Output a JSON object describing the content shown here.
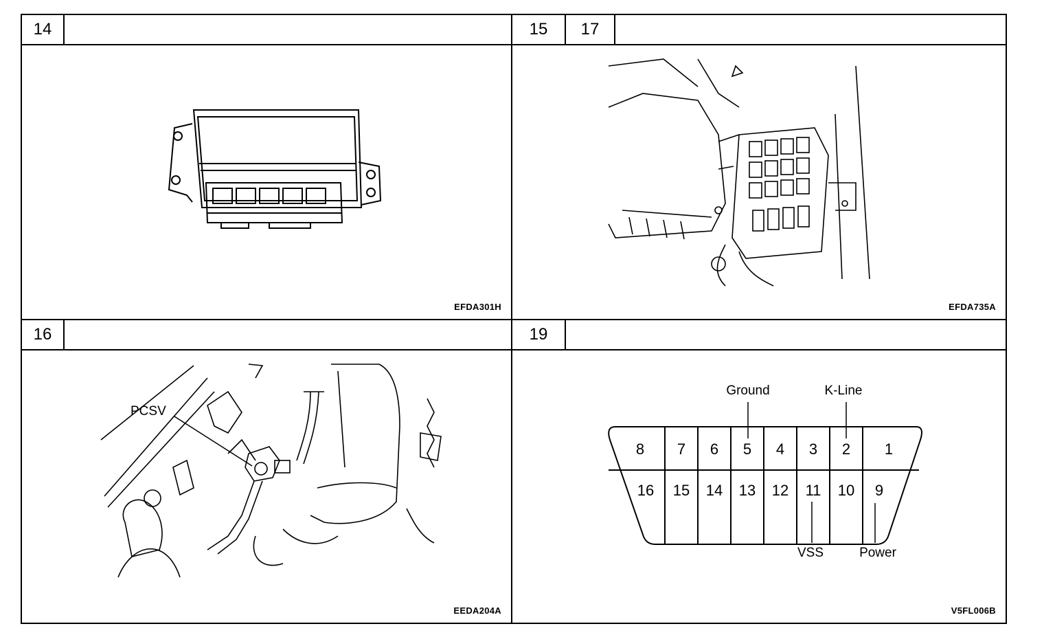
{
  "panels": [
    {
      "numbers": [
        "14"
      ],
      "code": "EFDA301H"
    },
    {
      "numbers": [
        "15",
        "17"
      ],
      "code": "EFDA735A"
    },
    {
      "numbers": [
        "16"
      ],
      "code": "EEDA204A",
      "callout": "PCSV"
    },
    {
      "numbers": [
        "19"
      ],
      "code": "V5FL006B"
    }
  ],
  "connector": {
    "top_pins": [
      "8",
      "7",
      "6",
      "5",
      "4",
      "3",
      "2",
      "1"
    ],
    "bottom_pins": [
      "16",
      "15",
      "14",
      "13",
      "12",
      "11",
      "10",
      "9"
    ],
    "labels": {
      "ground": "Ground",
      "kline": "K-Line",
      "vss": "VSS",
      "power": "Power"
    }
  }
}
